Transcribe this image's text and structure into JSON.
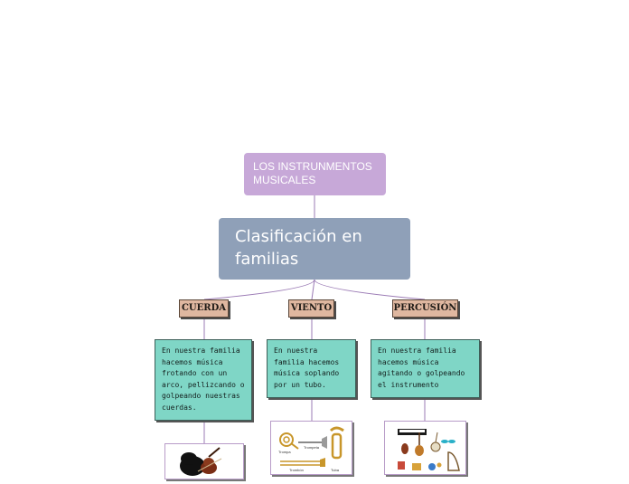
{
  "root": {
    "title": "LOS INSTRUNMENTOS MUSICALES"
  },
  "main": {
    "title": "Clasificación en familias"
  },
  "families": [
    {
      "label": "CUERDA",
      "description": "En nuestra familia hacemos música frotando con un arco, pellizcando o golpeando nuestras cuerdas."
    },
    {
      "label": "VIENTO",
      "description": "En nuestra familia hacemos música soplando por un tubo."
    },
    {
      "label": "PERCUSIÓN",
      "description": "En nuestra familia hacemos música agitando o golpeando el instrumento"
    }
  ],
  "wind_image_labels": [
    "Trompa",
    "Trompeta",
    "Trombón",
    "Tuba"
  ],
  "colors": {
    "root": "#c7a8d8",
    "main": "#8fa0b8",
    "family": "#dfb7a0",
    "description": "#7fd6c6",
    "connector": "#9b7bb5"
  }
}
